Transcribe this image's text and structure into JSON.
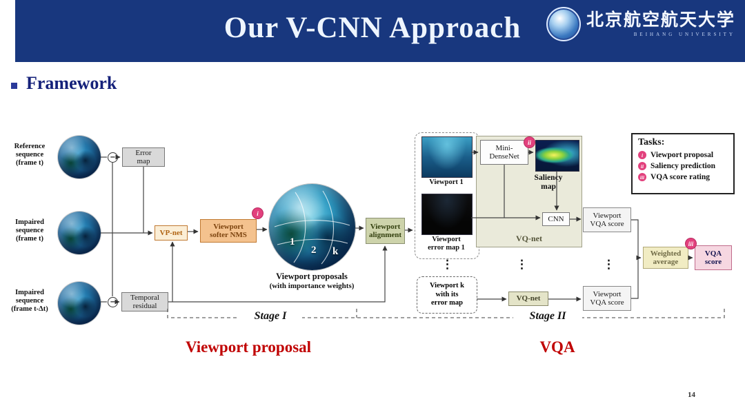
{
  "header": {
    "title": "Our V-CNN Approach",
    "logo_cn": "北京航空航天大学",
    "logo_en": "BEIHANG UNIVERSITY"
  },
  "section": {
    "heading": "Framework"
  },
  "inputs": {
    "reference": "Reference\nsequence\n(frame t)",
    "impaired_t": "Impaired\nsequence\n(frame t)",
    "impaired_dt": "Impaired\nsequence\n(frame t-Δt)"
  },
  "nodes": {
    "error_map": "Error\nmap",
    "vp_net": "VP-net",
    "softer_nms": "Viewport\nsofter NMS",
    "temporal_residual": "Temporal\nresidual",
    "viewport_alignment": "Viewport\nalignment",
    "mini_densenet": "Mini-\nDenseNet",
    "saliency_map": "Saliency\nmap",
    "cnn": "CNN",
    "vq_net": "VQ-net",
    "vq_net_small": "VQ-net",
    "viewport_vqa_score_top": "Viewport\nVQA score",
    "viewport_vqa_score_bottom": "Viewport\nVQA score",
    "weighted_average": "Weighted\naverage",
    "vqa_score": "VQA\nscore"
  },
  "sphere": {
    "caption_1": "Viewport proposals",
    "caption_2": "(with importance weights)",
    "viewport_numbers": [
      "1",
      "2",
      "k"
    ]
  },
  "viewport_column": {
    "viewport_1": "Viewport 1",
    "error_map_1": "Viewport\nerror map 1",
    "viewport_k": "Viewport k\nwith its\nerror map"
  },
  "symbols": {
    "minus": "−",
    "vdots": "⋮"
  },
  "markers": {
    "i": "i",
    "ii": "ii",
    "iii": "iii"
  },
  "tasks": {
    "title": "Tasks:",
    "items": [
      {
        "num": "i",
        "label": "Viewport proposal"
      },
      {
        "num": "ii",
        "label": "Saliency prediction"
      },
      {
        "num": "iii",
        "label": "VQA score rating"
      }
    ]
  },
  "stages": {
    "stage_1": "Stage I",
    "stage_2": "Stage II"
  },
  "bottom_labels": {
    "viewport_proposal": "Viewport proposal",
    "vqa": "VQA"
  },
  "page_number": "14",
  "colors": {
    "header_bg": "#18377E",
    "accent_pink": "#E2417D",
    "label_red": "#C00000",
    "heading_navy": "#15217A"
  }
}
